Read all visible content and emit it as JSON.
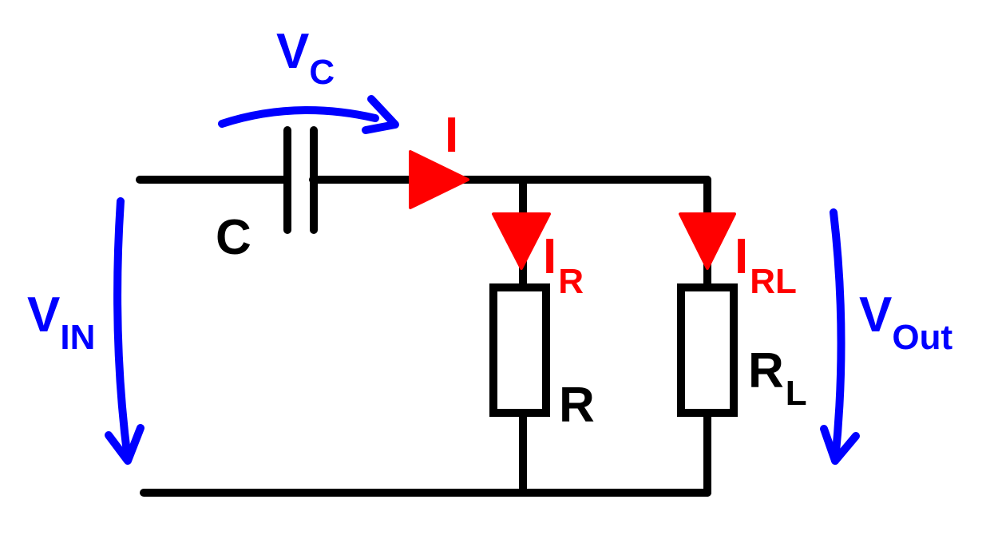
{
  "colors": {
    "wire": "#000000",
    "current": "#ff0000",
    "voltage": "#0000ff",
    "background": "#ffffff"
  },
  "labels": {
    "vc": {
      "main": "V",
      "sub": "C"
    },
    "i": {
      "main": "I"
    },
    "c": {
      "main": "C"
    },
    "ir": {
      "main": "I",
      "sub": "R"
    },
    "irl": {
      "main": "I",
      "sub": "RL"
    },
    "vin": {
      "main": "V",
      "sub": "IN"
    },
    "vout": {
      "main": "V",
      "sub": "Out"
    },
    "r": {
      "main": "R"
    },
    "rl": {
      "main": "R",
      "sub": "L"
    }
  }
}
